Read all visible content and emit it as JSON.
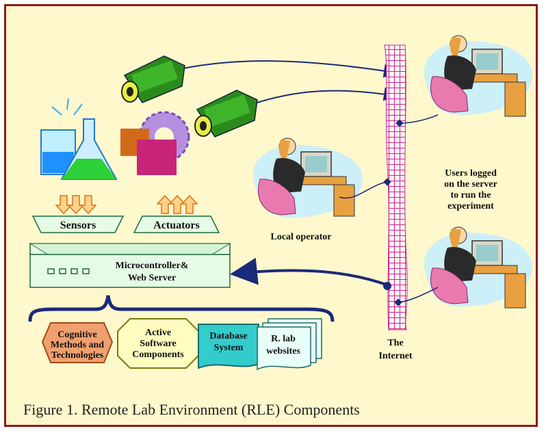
{
  "labels": {
    "sensors": "Sensors",
    "actuators": "Actuators",
    "controller_line1": "Microcontroller&",
    "controller_line2": "Web Server",
    "cognitive_line1": "Cognitive",
    "cognitive_line2": "Methods and",
    "cognitive_line3": "Technologies",
    "active_line1": "Active",
    "active_line2": "Software",
    "active_line3": "Components",
    "database_line1": "Database",
    "database_line2": "System",
    "rlab_line1": "R. lab",
    "rlab_line2": "websites",
    "local_operator": "Local operator",
    "users_line1": "Users logged",
    "users_line2": "on the server",
    "users_line3": "to run the",
    "users_line4": "experiment",
    "internet_line1": "The",
    "internet_line2": "Internet"
  },
  "caption": "Figure 1. Remote Lab Environment (RLE) Components",
  "colors": {
    "background": "#fff8cc",
    "border": "#8a1a1a",
    "box_fill": "#e6fbe6",
    "box_stroke": "#1e6b3a",
    "arrow_navy": "#1a2a7a",
    "cognitive": "#f0a070",
    "database": "#33cccc",
    "internet": "#c8209a"
  }
}
